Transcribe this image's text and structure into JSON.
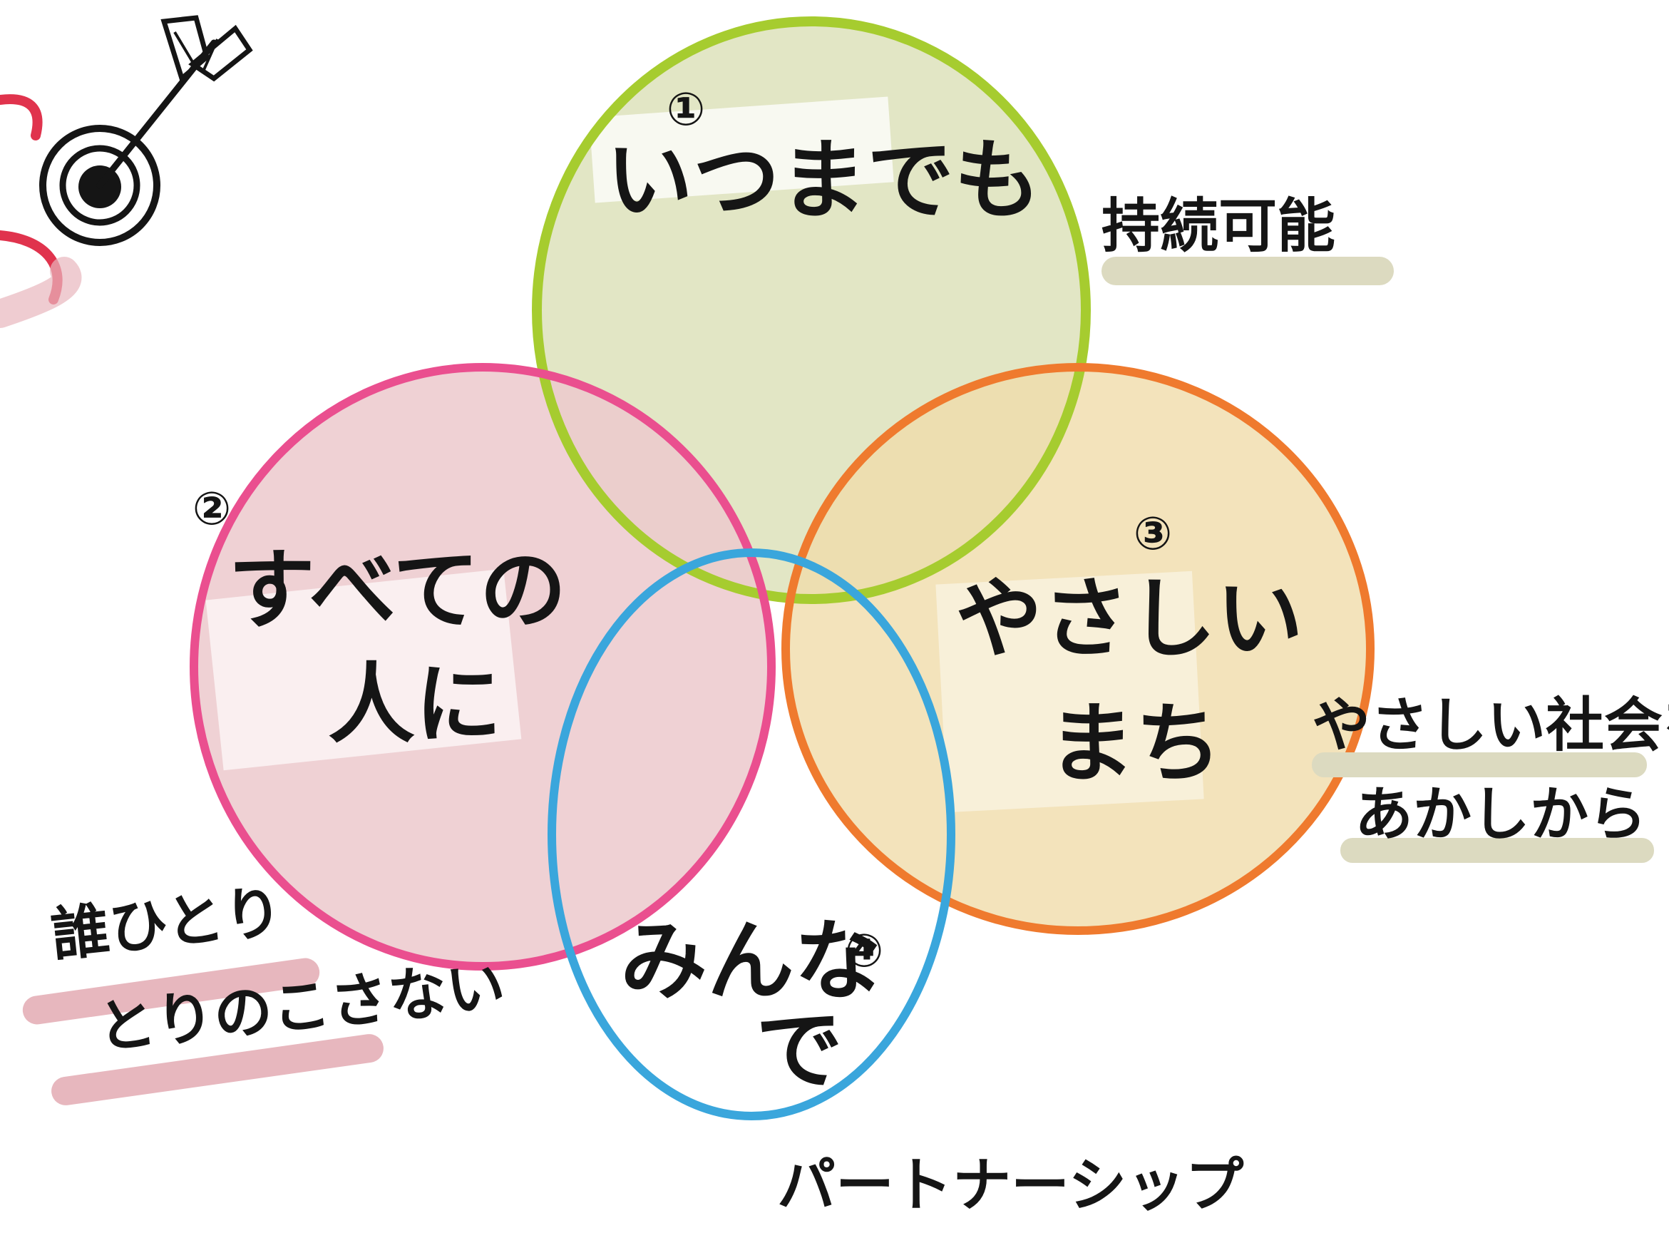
{
  "circles": [
    {
      "number": "①",
      "title": "いつまでも",
      "note": "持続可能",
      "stroke_color": "#a6cc2f",
      "fill_color": "#dfe3bf"
    },
    {
      "number": "②",
      "title_line1": "すべての",
      "title_line2": "人に",
      "note_line1": "誰ひとり",
      "note_line2": "とりのこさない",
      "stroke_color": "#ea4f8f",
      "fill_color": "#ecc9cd"
    },
    {
      "number": "③",
      "title_line1": "やさしい",
      "title_line2": "まち",
      "note_line1": "やさしい社会を",
      "note_line2": "あかしから",
      "stroke_color": "#ef7a2e",
      "fill_color": "#f0dcaa"
    },
    {
      "number": "④",
      "title_line1": "みんな",
      "title_line2": "で",
      "note": "パートナーシップ",
      "stroke_color": "#3aa6dc",
      "fill_color": "#ffffff"
    }
  ],
  "target_icon": "target-with-arrow-icon",
  "ink_color": "#151515",
  "note_highlight_color": "#dcdac0",
  "note_highlight_pink": "#e7b7be"
}
